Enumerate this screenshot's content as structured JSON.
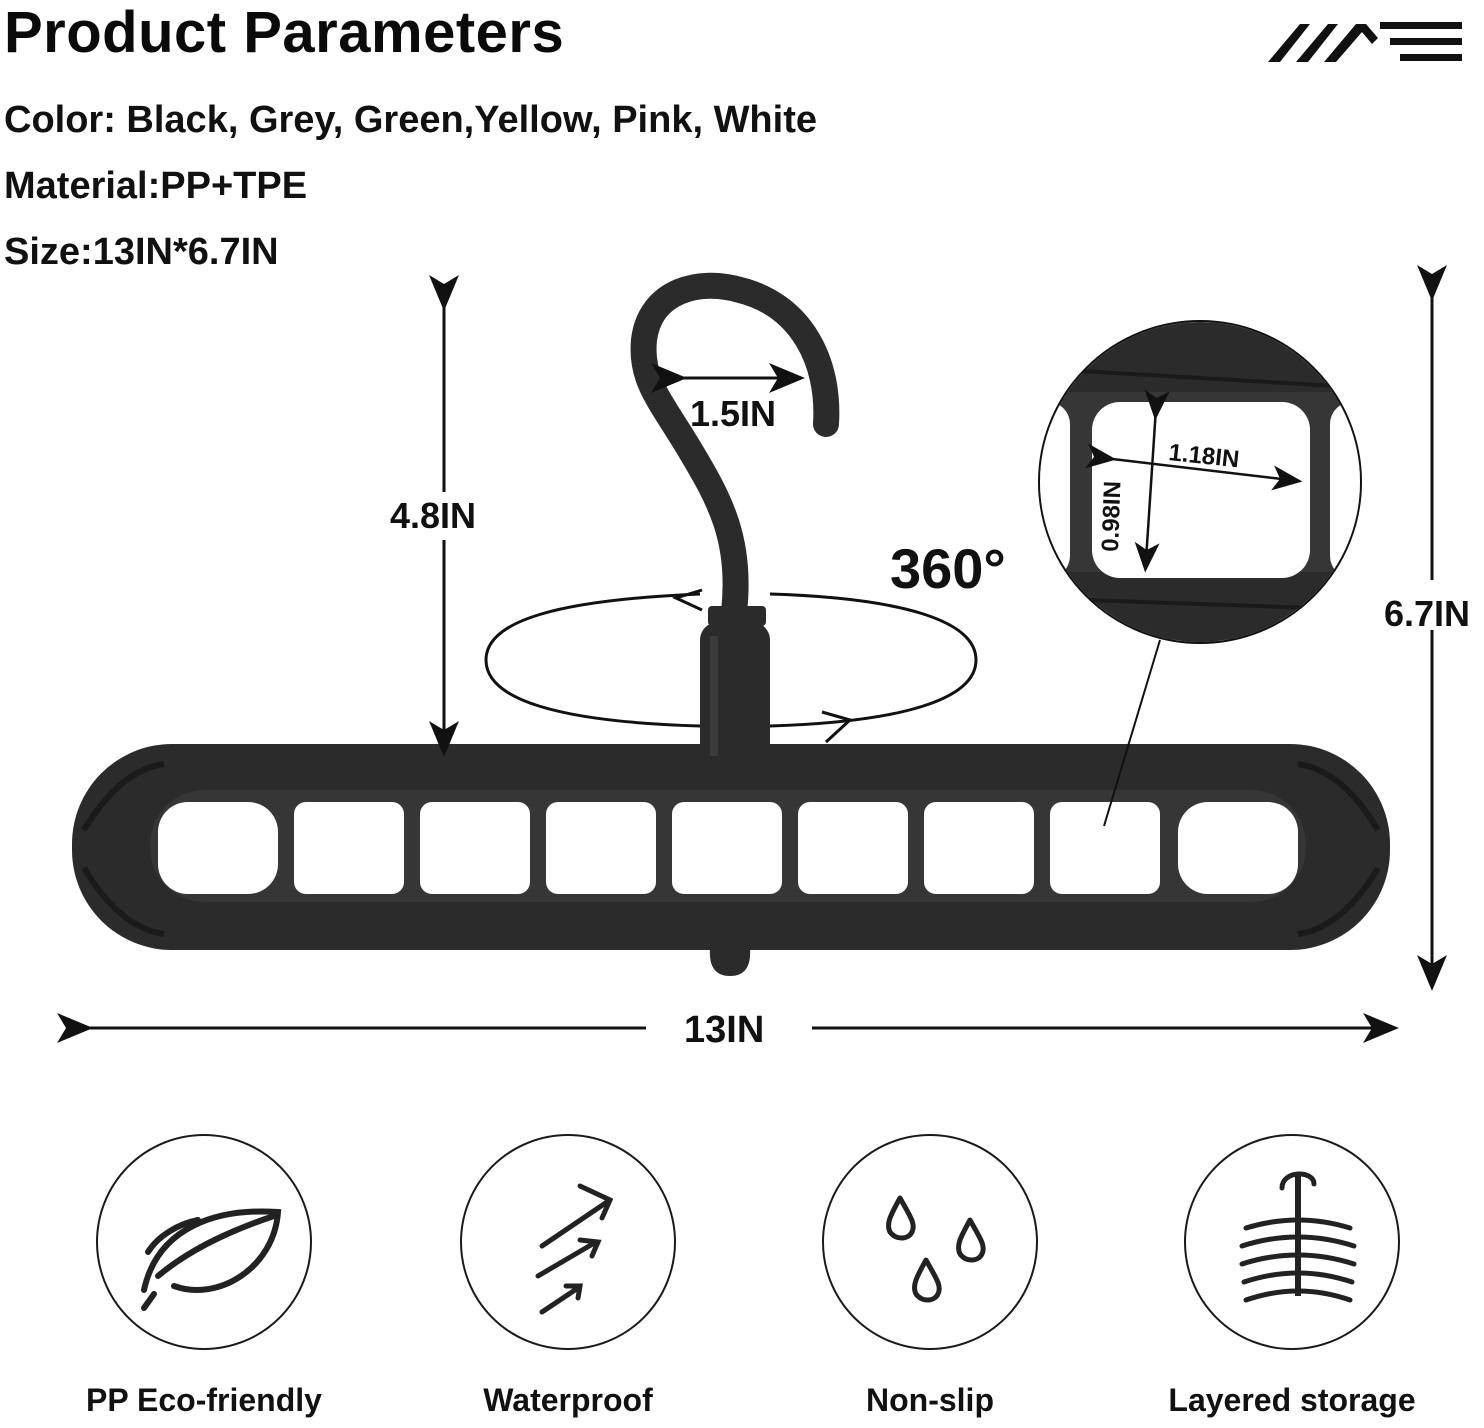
{
  "header": {
    "title": "Product Parameters"
  },
  "specs": {
    "color": "Color: Black, Grey, Green,Yellow, Pink, White",
    "material": "Material:PP+TPE",
    "size": "Size:13IN*6.7IN"
  },
  "brand": {
    "logo_icon": "mountain-wave-logo-icon"
  },
  "dimensions": {
    "hook_width": "1.5IN",
    "hook_height": "4.8IN",
    "rotation": "360°",
    "hole_width": "1.18IN",
    "hole_height": "0.98IN",
    "total_height": "6.7IN",
    "total_width": "13IN"
  },
  "product": {
    "color": "#2b2b2b",
    "hole_count": 9
  },
  "features": [
    {
      "label": "PP Eco-friendly",
      "icon": "leaf-icon"
    },
    {
      "label": "Waterproof",
      "icon": "arrows-icon"
    },
    {
      "label": "Non-slip",
      "icon": "drops-icon"
    },
    {
      "label": "Layered storage",
      "icon": "hanger-icon"
    }
  ]
}
